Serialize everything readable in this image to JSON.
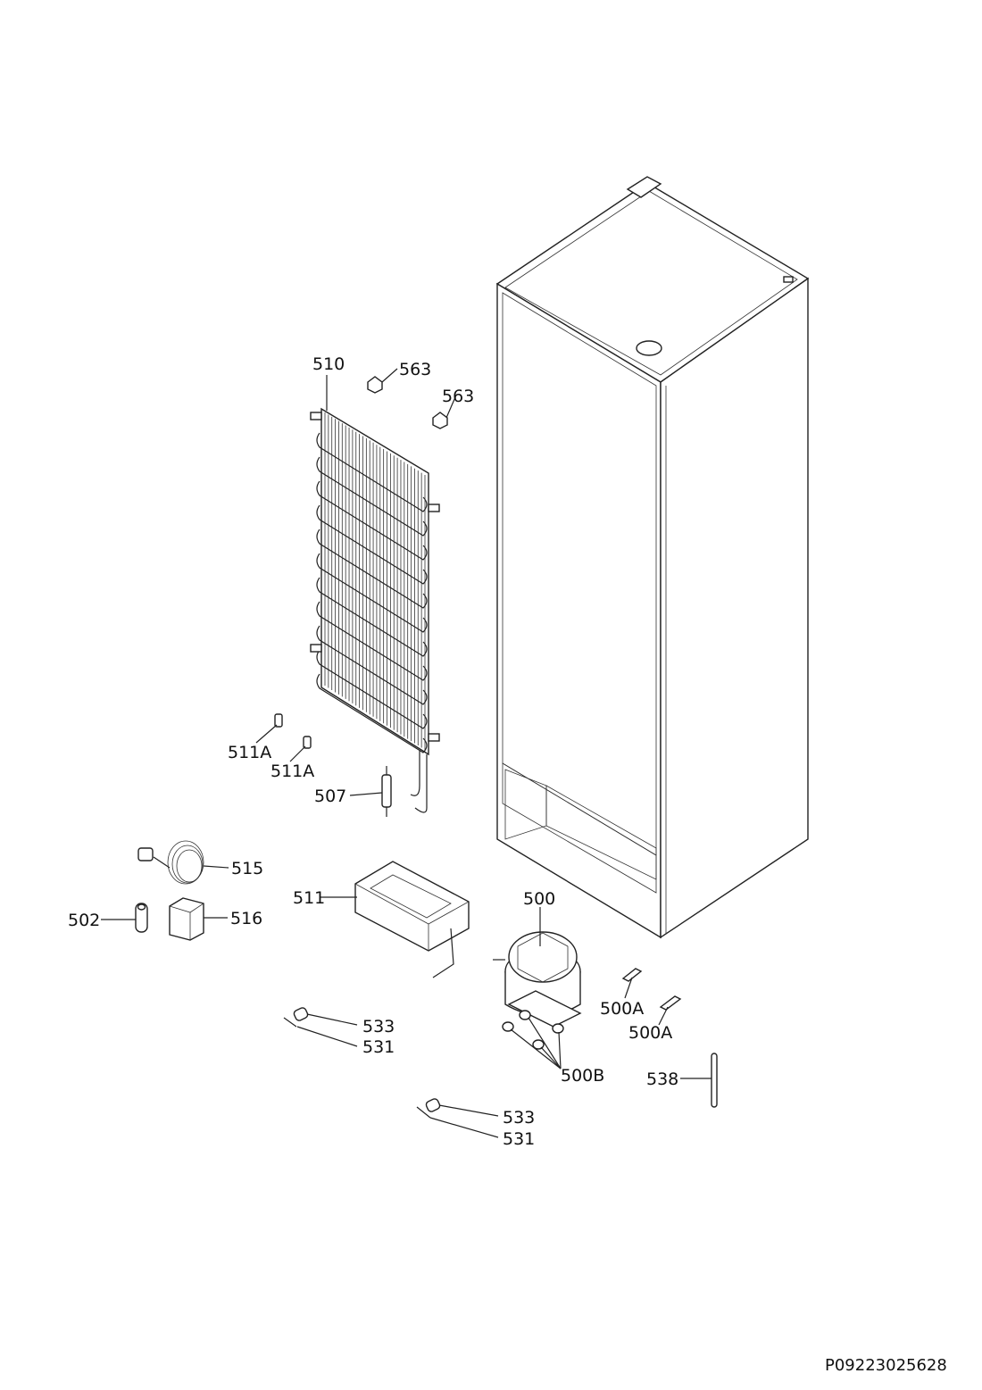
{
  "labels": {
    "l500": "500",
    "l500a_1": "500A",
    "l500a_2": "500A",
    "l500b": "500B",
    "l502": "502",
    "l507": "507",
    "l510": "510",
    "l511": "511",
    "l511a_1": "511A",
    "l511a_2": "511A",
    "l515": "515",
    "l516": "516",
    "l531_1": "531",
    "l531_2": "531",
    "l533_1": "533",
    "l533_2": "533",
    "l538": "538",
    "l563_1": "563",
    "l563_2": "563"
  },
  "reference": "P09223025628"
}
